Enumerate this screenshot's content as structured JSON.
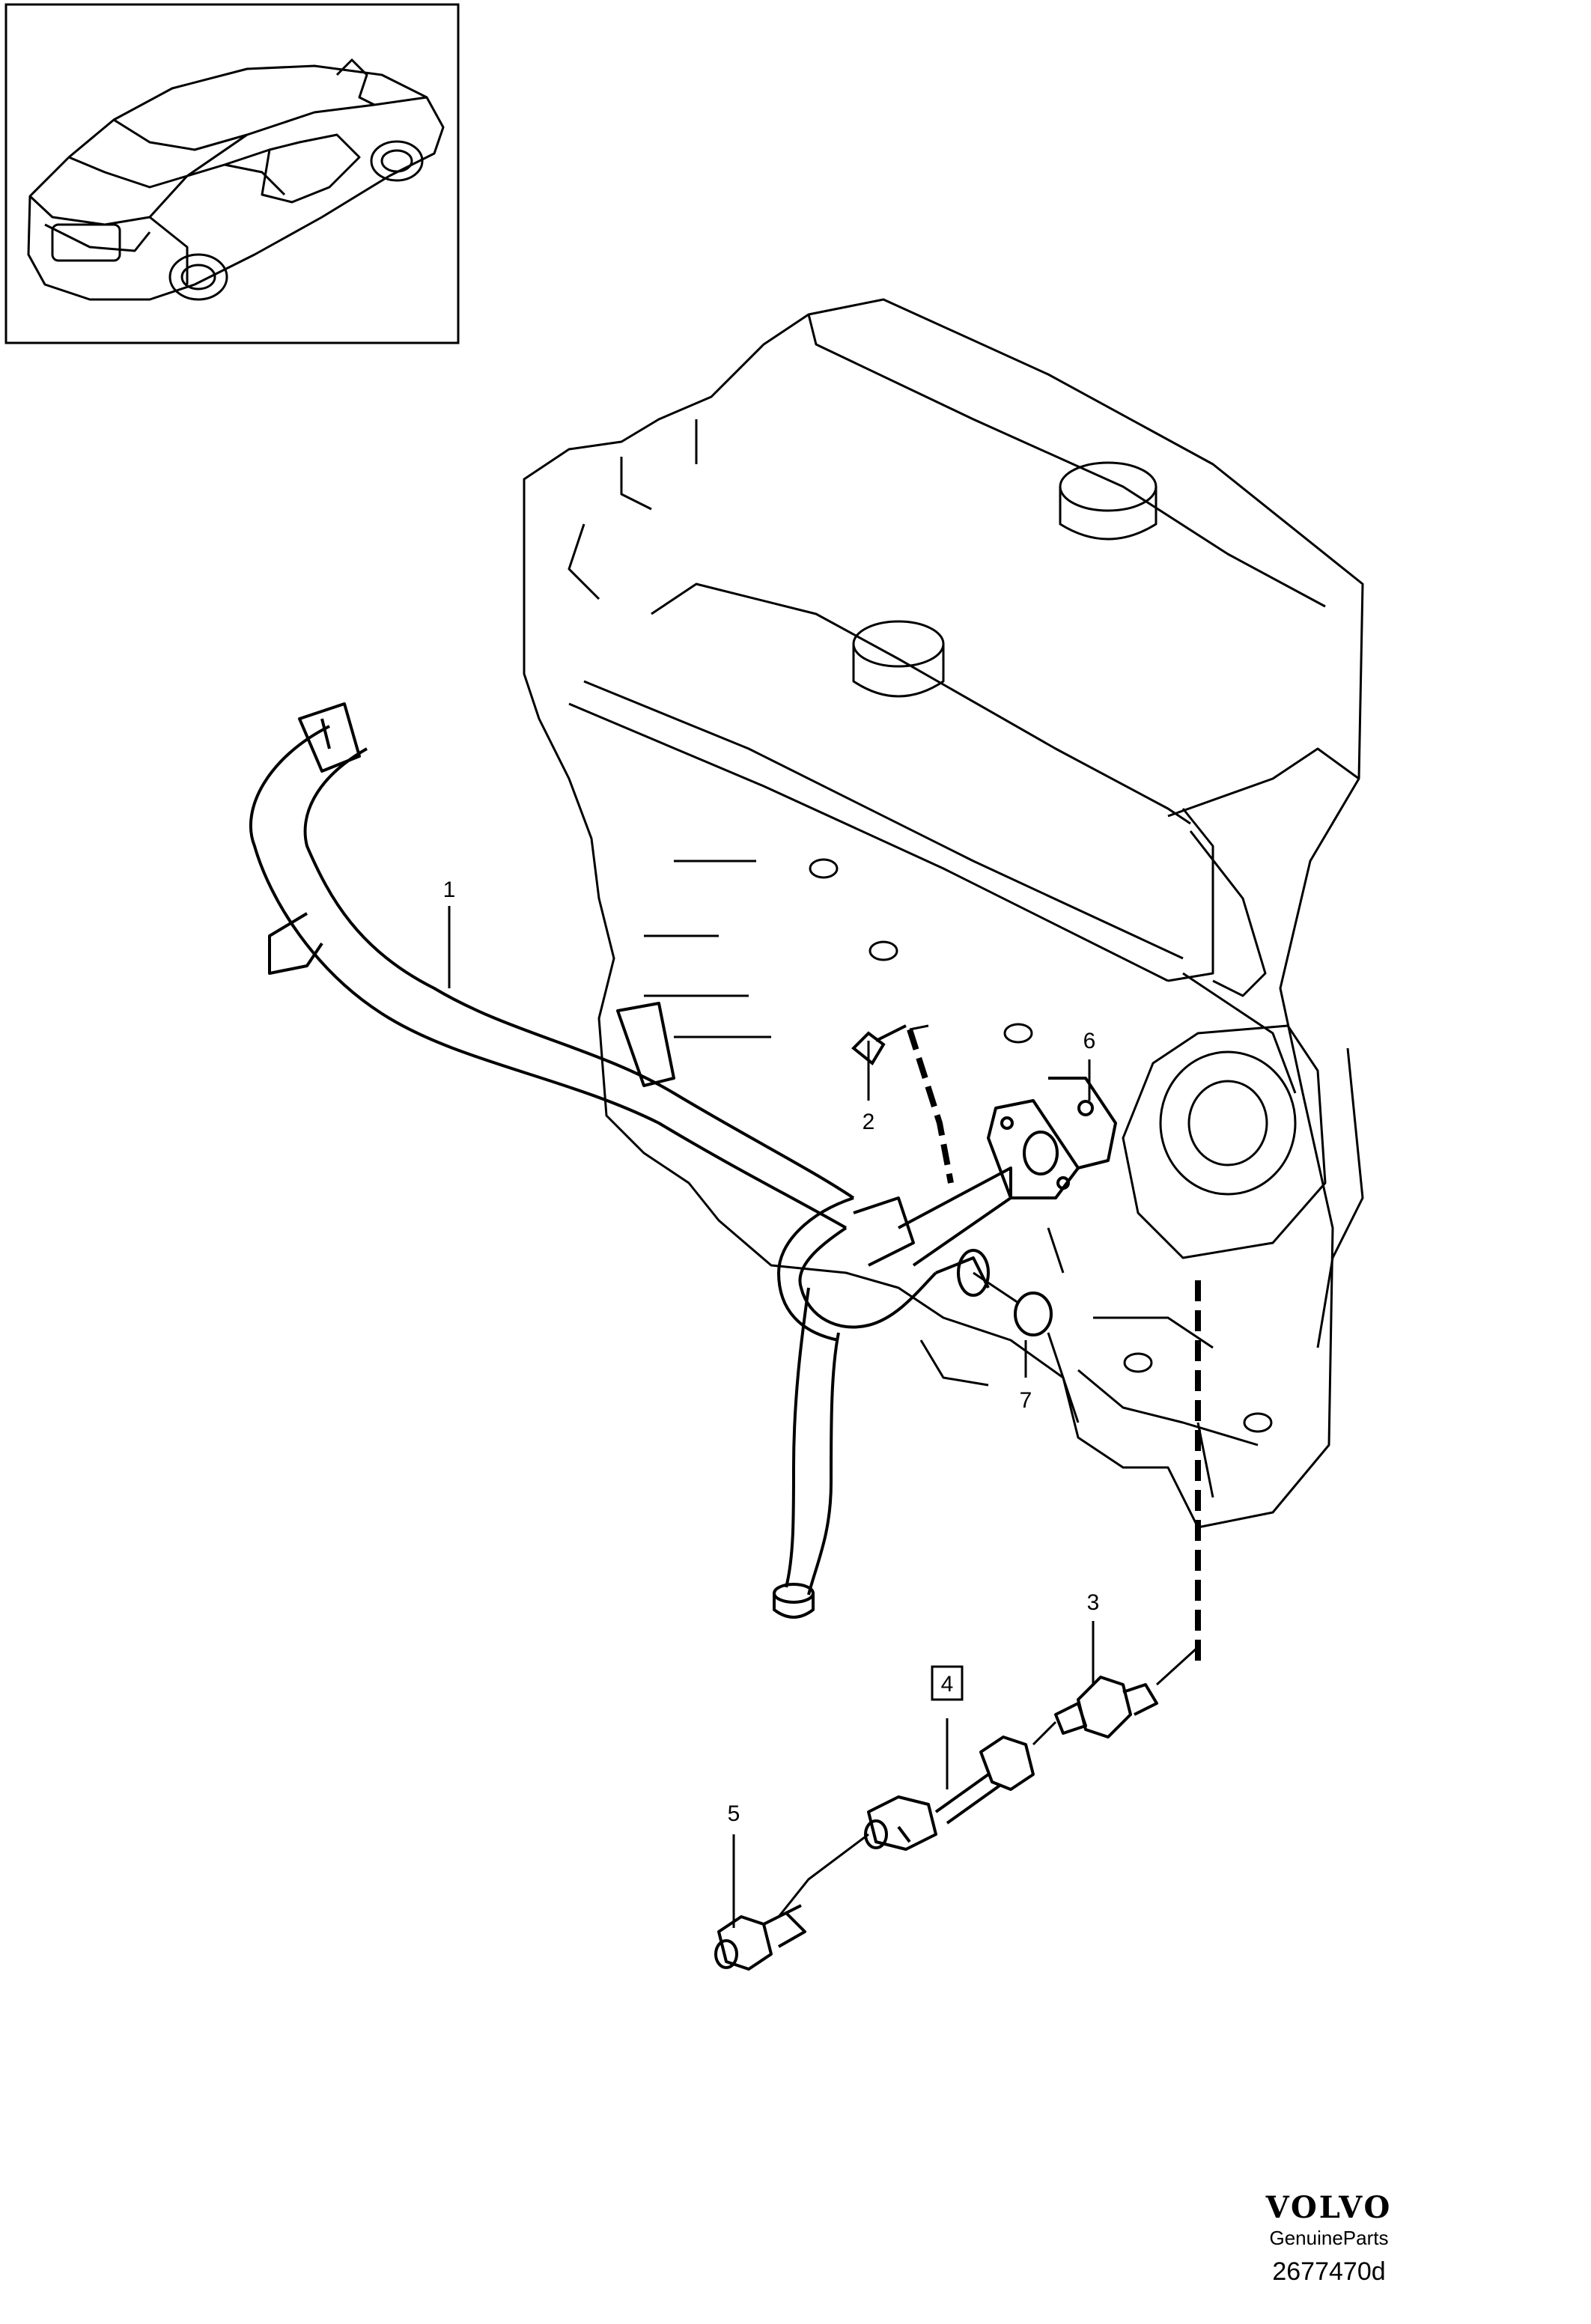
{
  "diagram": {
    "callouts": {
      "part_1": "1",
      "part_2": "2",
      "part_3": "3",
      "part_4": "4",
      "part_5": "5",
      "part_6": "6",
      "part_7": "7"
    }
  },
  "footer": {
    "brand": "VOLVO",
    "tagline": "GenuineParts",
    "diagram_code": "2677470d"
  }
}
